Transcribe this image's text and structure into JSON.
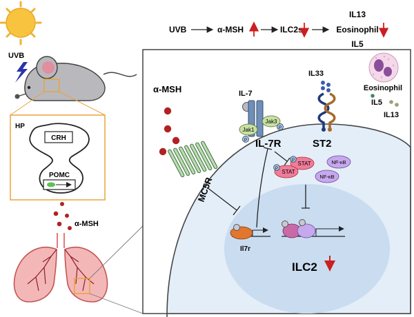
{
  "labels": {
    "uvb": "UVB",
    "hp": "HP",
    "crh": "CRH",
    "pomc": "POMC",
    "msh_lung": "α-MSH",
    "msh_cell": "α-MSH",
    "mc5r": "MC5R",
    "il7": "IL-7",
    "il7r": "IL-7R",
    "jak1": "Jak1",
    "jak3": "Jak3",
    "p": "P",
    "stat": "STAT",
    "nfkb": "NF-κB",
    "il33": "IL33",
    "st2": "ST2",
    "eosinophil": "Eosinophil",
    "il5": "IL5",
    "il13": "IL13",
    "il7r_gene": "Il7r",
    "ilc2": "ILC2"
  },
  "pathway": {
    "uvb": "UVB",
    "msh": "α-MSH",
    "ilc2s": "ILC2s",
    "out_top": "IL13",
    "out_mid": "Eosinophil",
    "out_bottom": "IL5"
  },
  "colors": {
    "up_arrow": "#cc1f1f",
    "msh_dot": "#b22222",
    "nucleus": "#c9dcf0",
    "cell": "#e4eef8",
    "inset_border": "#e8a33c"
  }
}
